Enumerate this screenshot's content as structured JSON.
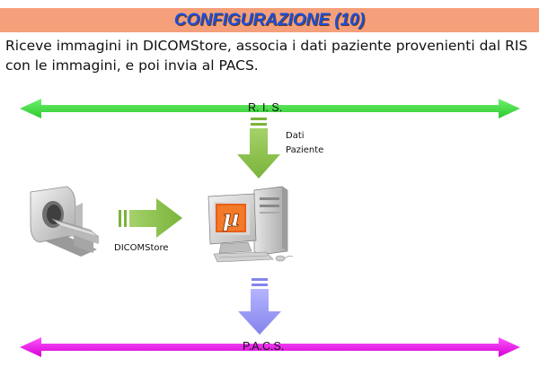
{
  "slide": {
    "title": "CONFIGURAZIONE (10)",
    "description": "Riceve immagini in DICOMStore, associa i dati paziente provenienti dal RIS con le immagini, e poi invia al PACS."
  },
  "diagram": {
    "ris_label": "R. I. S.",
    "pacs_label": "P.A.C.S.",
    "patient_data_label_line1": "Dati",
    "patient_data_label_line2": "Paziente",
    "dicomstore_label": "DICOMStore",
    "workstation_logo_glyph": "µ",
    "colors": {
      "title_bar": "#f5a07a",
      "title_text": "#1a4fd8",
      "ris_bus": "#44dd44",
      "pacs_bus": "#ee22ee",
      "data_arrow": "#8ec24a",
      "store_arrow": "#8ec24a",
      "send_arrow": "#9a9af2"
    },
    "icons": [
      "ct-scanner-icon",
      "workstation-computer-icon"
    ]
  }
}
